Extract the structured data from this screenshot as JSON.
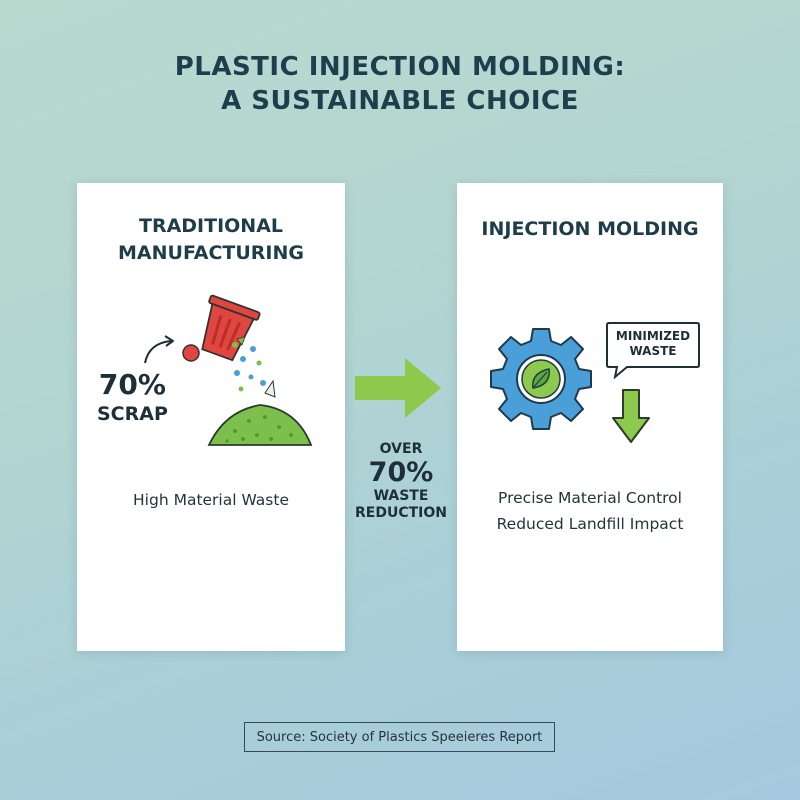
{
  "title": {
    "line1": "PLASTIC INJECTION MOLDING:",
    "line2": "A SUSTAINABLE CHOICE"
  },
  "left_panel": {
    "heading_line1": "TRADITIONAL",
    "heading_line2": "MANUFACTURING",
    "stat_value": "70%",
    "stat_label": "SCRAP",
    "caption": "High Material Waste"
  },
  "center": {
    "line1": "OVER",
    "line2": "70%",
    "line3": "WASTE",
    "line4": "REDUCTION"
  },
  "right_panel": {
    "heading": "INJECTION MOLDING",
    "bubble_line1": "MINIMIZED",
    "bubble_line2": "WASTE",
    "caption_line1": "Precise Material Control",
    "caption_line2": "Reduced Landfill Impact"
  },
  "source": "Source: Society of Plastics Speeieres Report",
  "icons": [
    "trash-bin-icon",
    "waste-pile-icon",
    "curved-arrow-icon",
    "right-arrow-icon",
    "gear-leaf-icon",
    "down-arrow-icon",
    "speech-bubble-icon"
  ],
  "colors": {
    "heading": "#1d3e4c",
    "bin_red": "#e0453f",
    "leaf_green": "#7cc04b",
    "gear_blue": "#4a9fd8",
    "arrow_green": "#8dc94d"
  }
}
